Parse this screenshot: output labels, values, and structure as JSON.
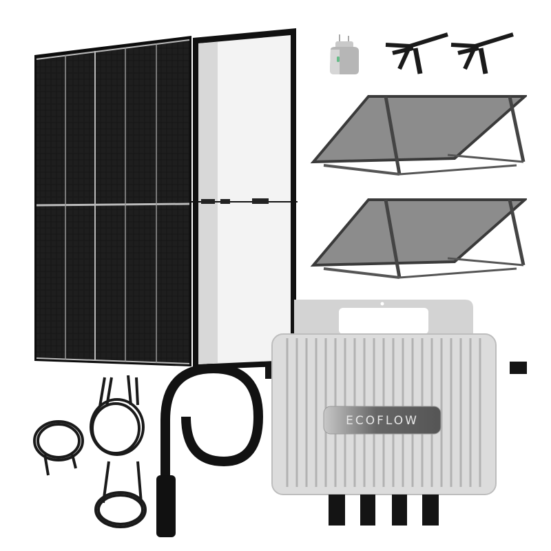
{
  "scene": {
    "description": "Balcony solar power kit product photo",
    "background": "#ffffff"
  },
  "products": {
    "front_panel": {
      "label": "Monocrystalline solar panel (front)",
      "frame_color": "#1a1a1a",
      "cell_color": "#141414"
    },
    "back_panel": {
      "label": "Solar panel (back side)",
      "back_color": "#f2f2f2"
    },
    "smart_plug": {
      "label": "Smart plug"
    },
    "y_connectors": {
      "label": "MC4 Y-branch connectors",
      "count": 2
    },
    "tilt_mounts": {
      "label": "Tilted mounting brackets with panels",
      "count": 2
    },
    "inverter": {
      "label": "Microinverter",
      "brand": "ECOFLOW",
      "body_color": "#d9d9d9"
    },
    "cables": {
      "label": "Extension cables",
      "count": 3
    },
    "ac_cable": {
      "label": "AC output cable"
    }
  }
}
